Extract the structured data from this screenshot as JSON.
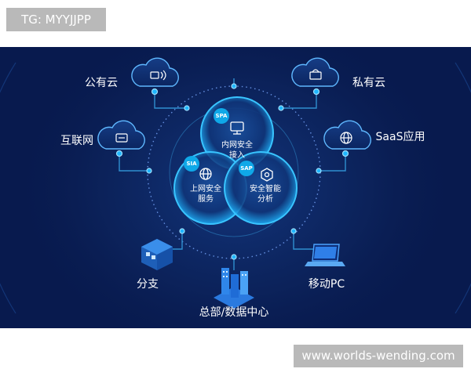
{
  "watermark_top": "TG: MYYJJPP",
  "watermark_bottom": "www.worlds-wending.com",
  "diagram": {
    "nodes": {
      "public_cloud": "公有云",
      "private_cloud": "私有云",
      "internet": "互联网",
      "saas_app": "SaaS应用",
      "branch": "分支",
      "headquarters": "总部/数据中心",
      "mobile_pc": "移动PC"
    },
    "services": [
      {
        "badge": "SPA",
        "line1": "内网安全",
        "line2": "接入"
      },
      {
        "badge": "SIA",
        "line1": "上网安全",
        "line2": "服务"
      },
      {
        "badge": "SAP",
        "line1": "安全智能",
        "line2": "分析"
      }
    ]
  },
  "colors": {
    "background": "#081a4e",
    "accent": "#1fb6ff",
    "line": "#2f8fd0",
    "badge": "#0fa8e8"
  },
  "icons": [
    "cloud-wifi-icon",
    "cloud-router-icon",
    "cloud-firewall-icon",
    "cloud-globe-icon",
    "branch-building-icon",
    "datacenter-buildings-icon",
    "laptop-icon"
  ]
}
